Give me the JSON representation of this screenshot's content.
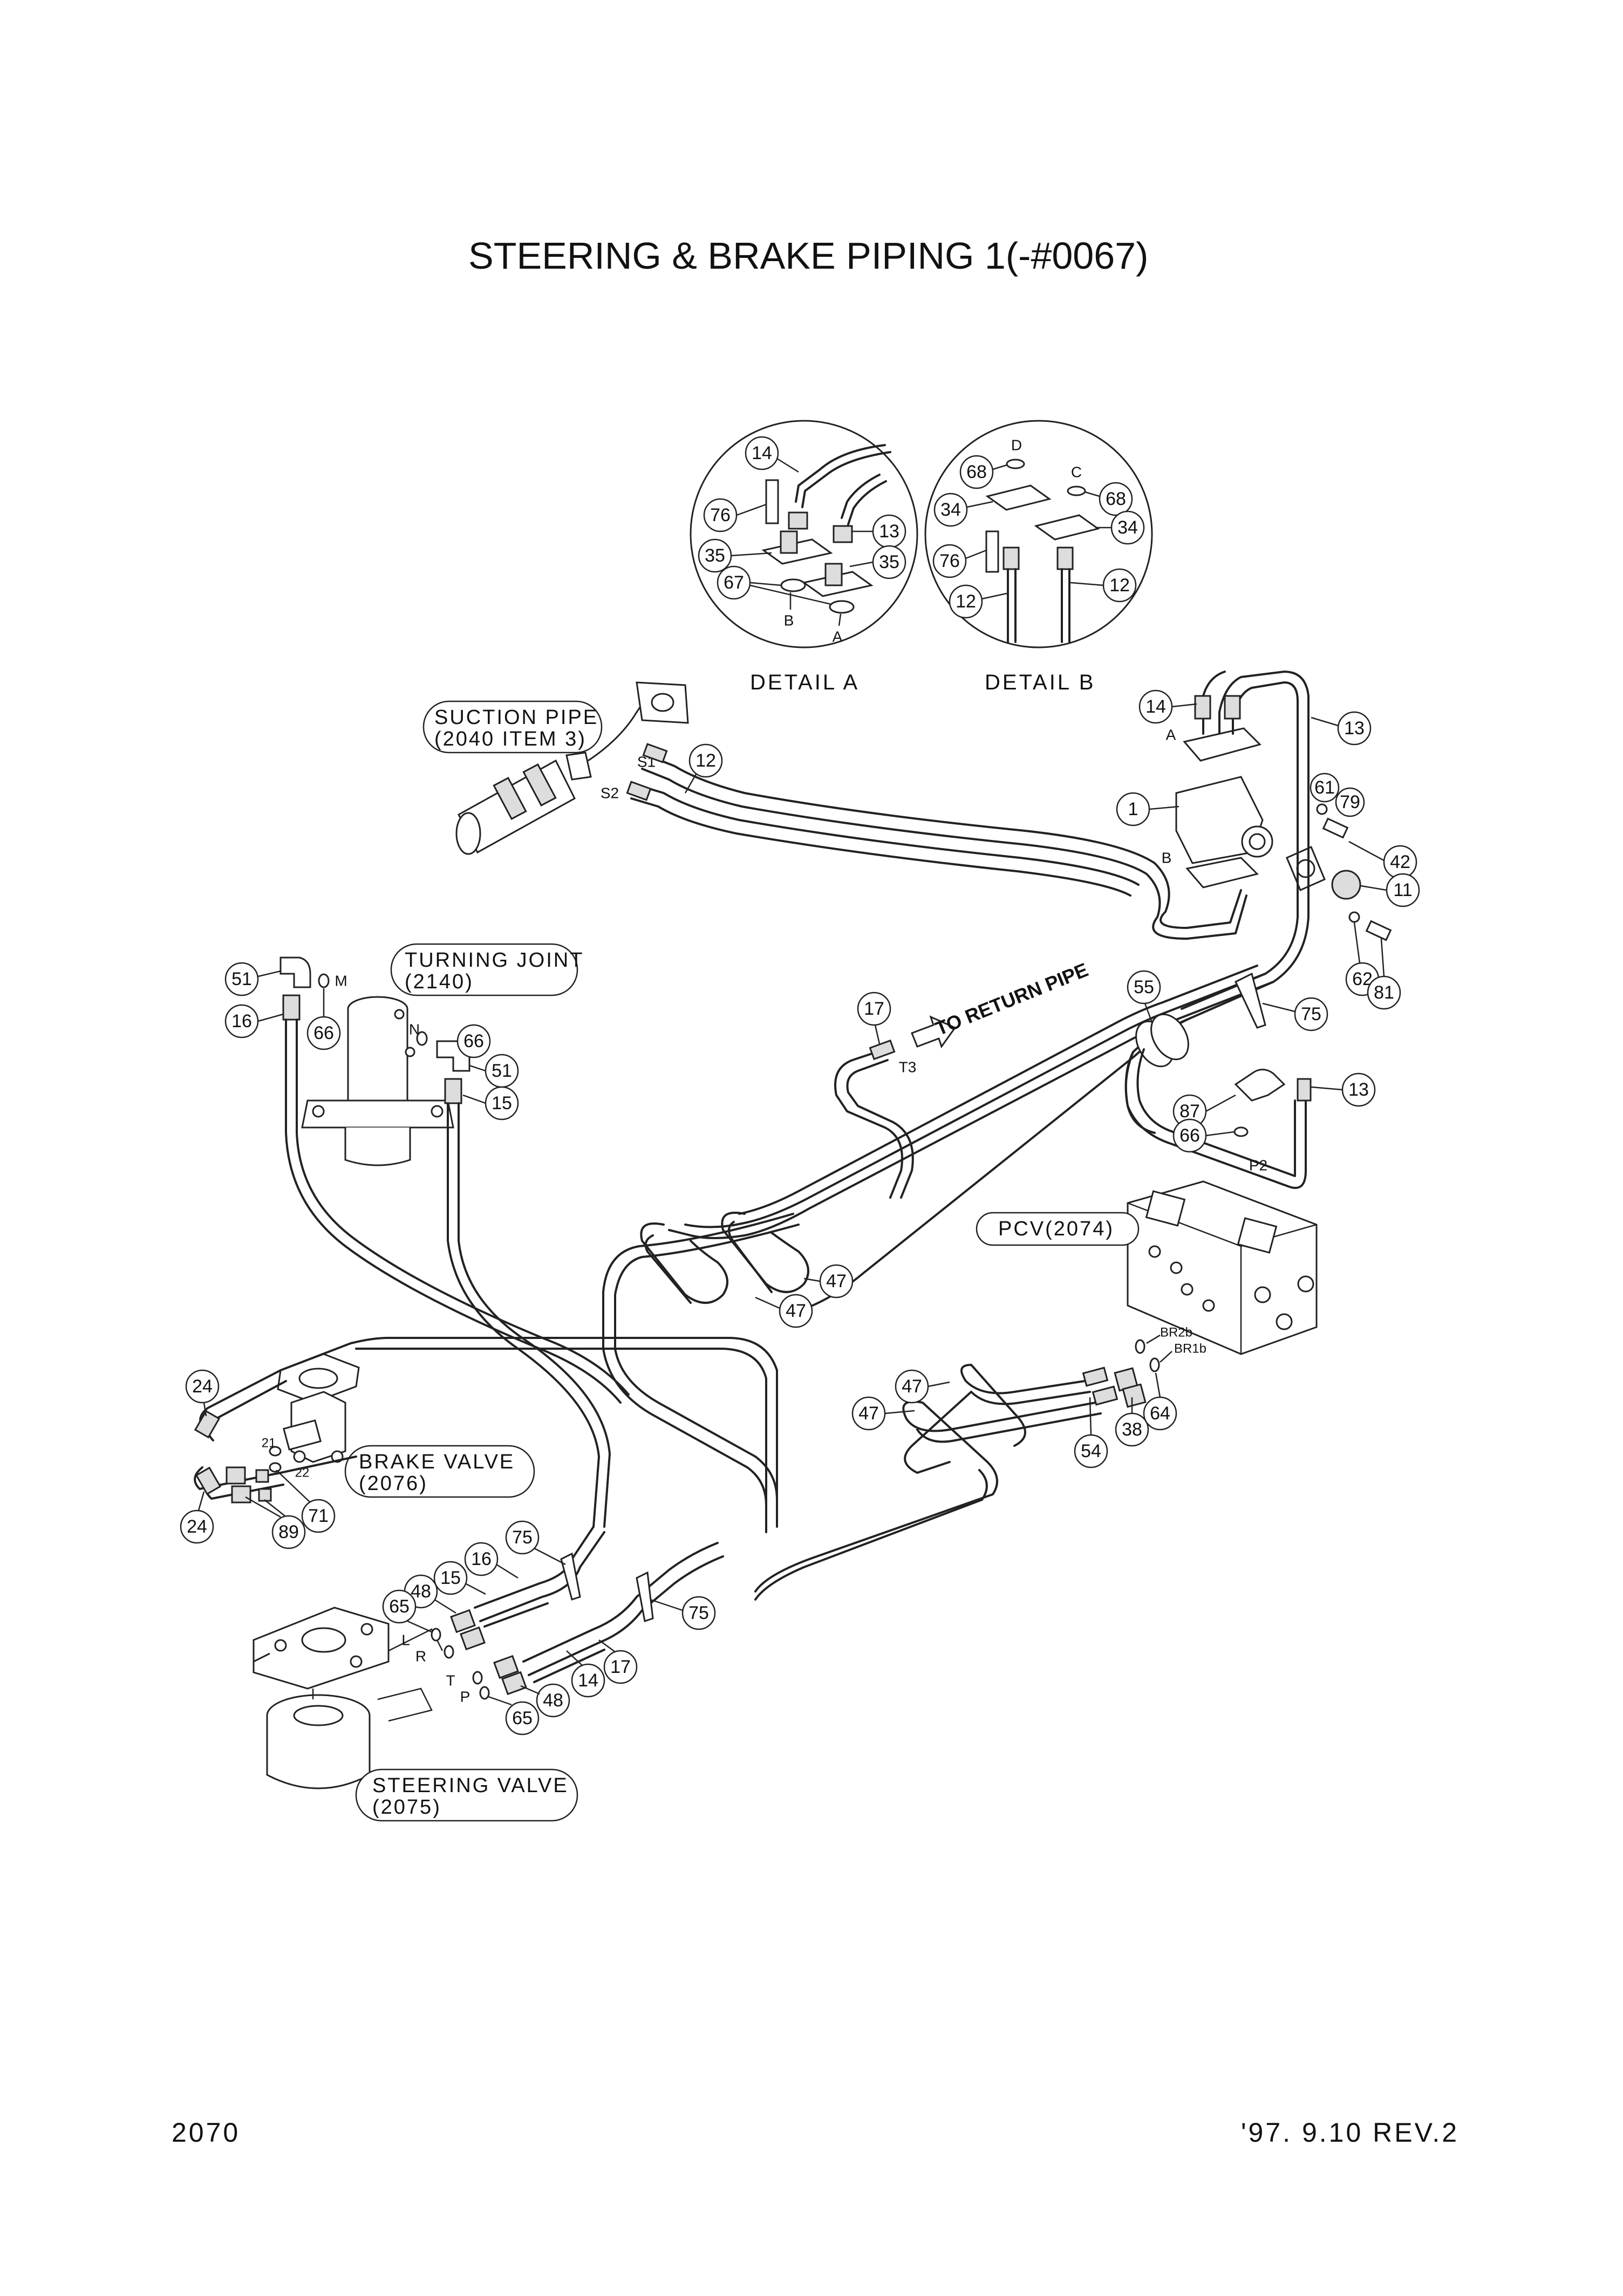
{
  "title": "STEERING & BRAKE PIPING 1(-#0067)",
  "page_number": "2070",
  "revision": "'97. 9.10 REV.2",
  "details": {
    "a": {
      "label": "DETAIL  A",
      "items": [
        "14",
        "76",
        "13",
        "35",
        "35",
        "67"
      ],
      "ports": [
        "B",
        "A"
      ]
    },
    "b": {
      "label": "DETAIL  B",
      "items": [
        "68",
        "34",
        "68",
        "34",
        "76",
        "12",
        "12"
      ],
      "ports": [
        "D",
        "C"
      ]
    }
  },
  "callouts": {
    "suction_pipe": [
      "SUCTION PIPE",
      "(2040 ITEM 3)"
    ],
    "turning_joint": [
      "TURNING JOINT",
      "(2140)"
    ],
    "pcv": "PCV(2074)",
    "brake_valve": [
      "BRAKE VALVE",
      "(2076)"
    ],
    "steering_valve": [
      "STEERING VALVE",
      "(2075)"
    ]
  },
  "return_pipe_label": "TO RETURN PIPE",
  "port_labels": [
    "S1",
    "S2",
    "A",
    "B",
    "M",
    "N",
    "T3",
    "P2",
    "BR2b",
    "BR1b",
    "L",
    "R",
    "T",
    "P",
    "21",
    "22"
  ],
  "part_numbers": [
    "14",
    "13",
    "12",
    "1",
    "61",
    "79",
    "42",
    "11",
    "62",
    "81",
    "55",
    "75",
    "17",
    "13",
    "87",
    "66",
    "51",
    "16",
    "66",
    "66",
    "51",
    "15",
    "47",
    "47",
    "47",
    "47",
    "54",
    "38",
    "64",
    "24",
    "24",
    "89",
    "71",
    "75",
    "16",
    "15",
    "48",
    "65",
    "75",
    "14",
    "17",
    "48",
    "65"
  ]
}
